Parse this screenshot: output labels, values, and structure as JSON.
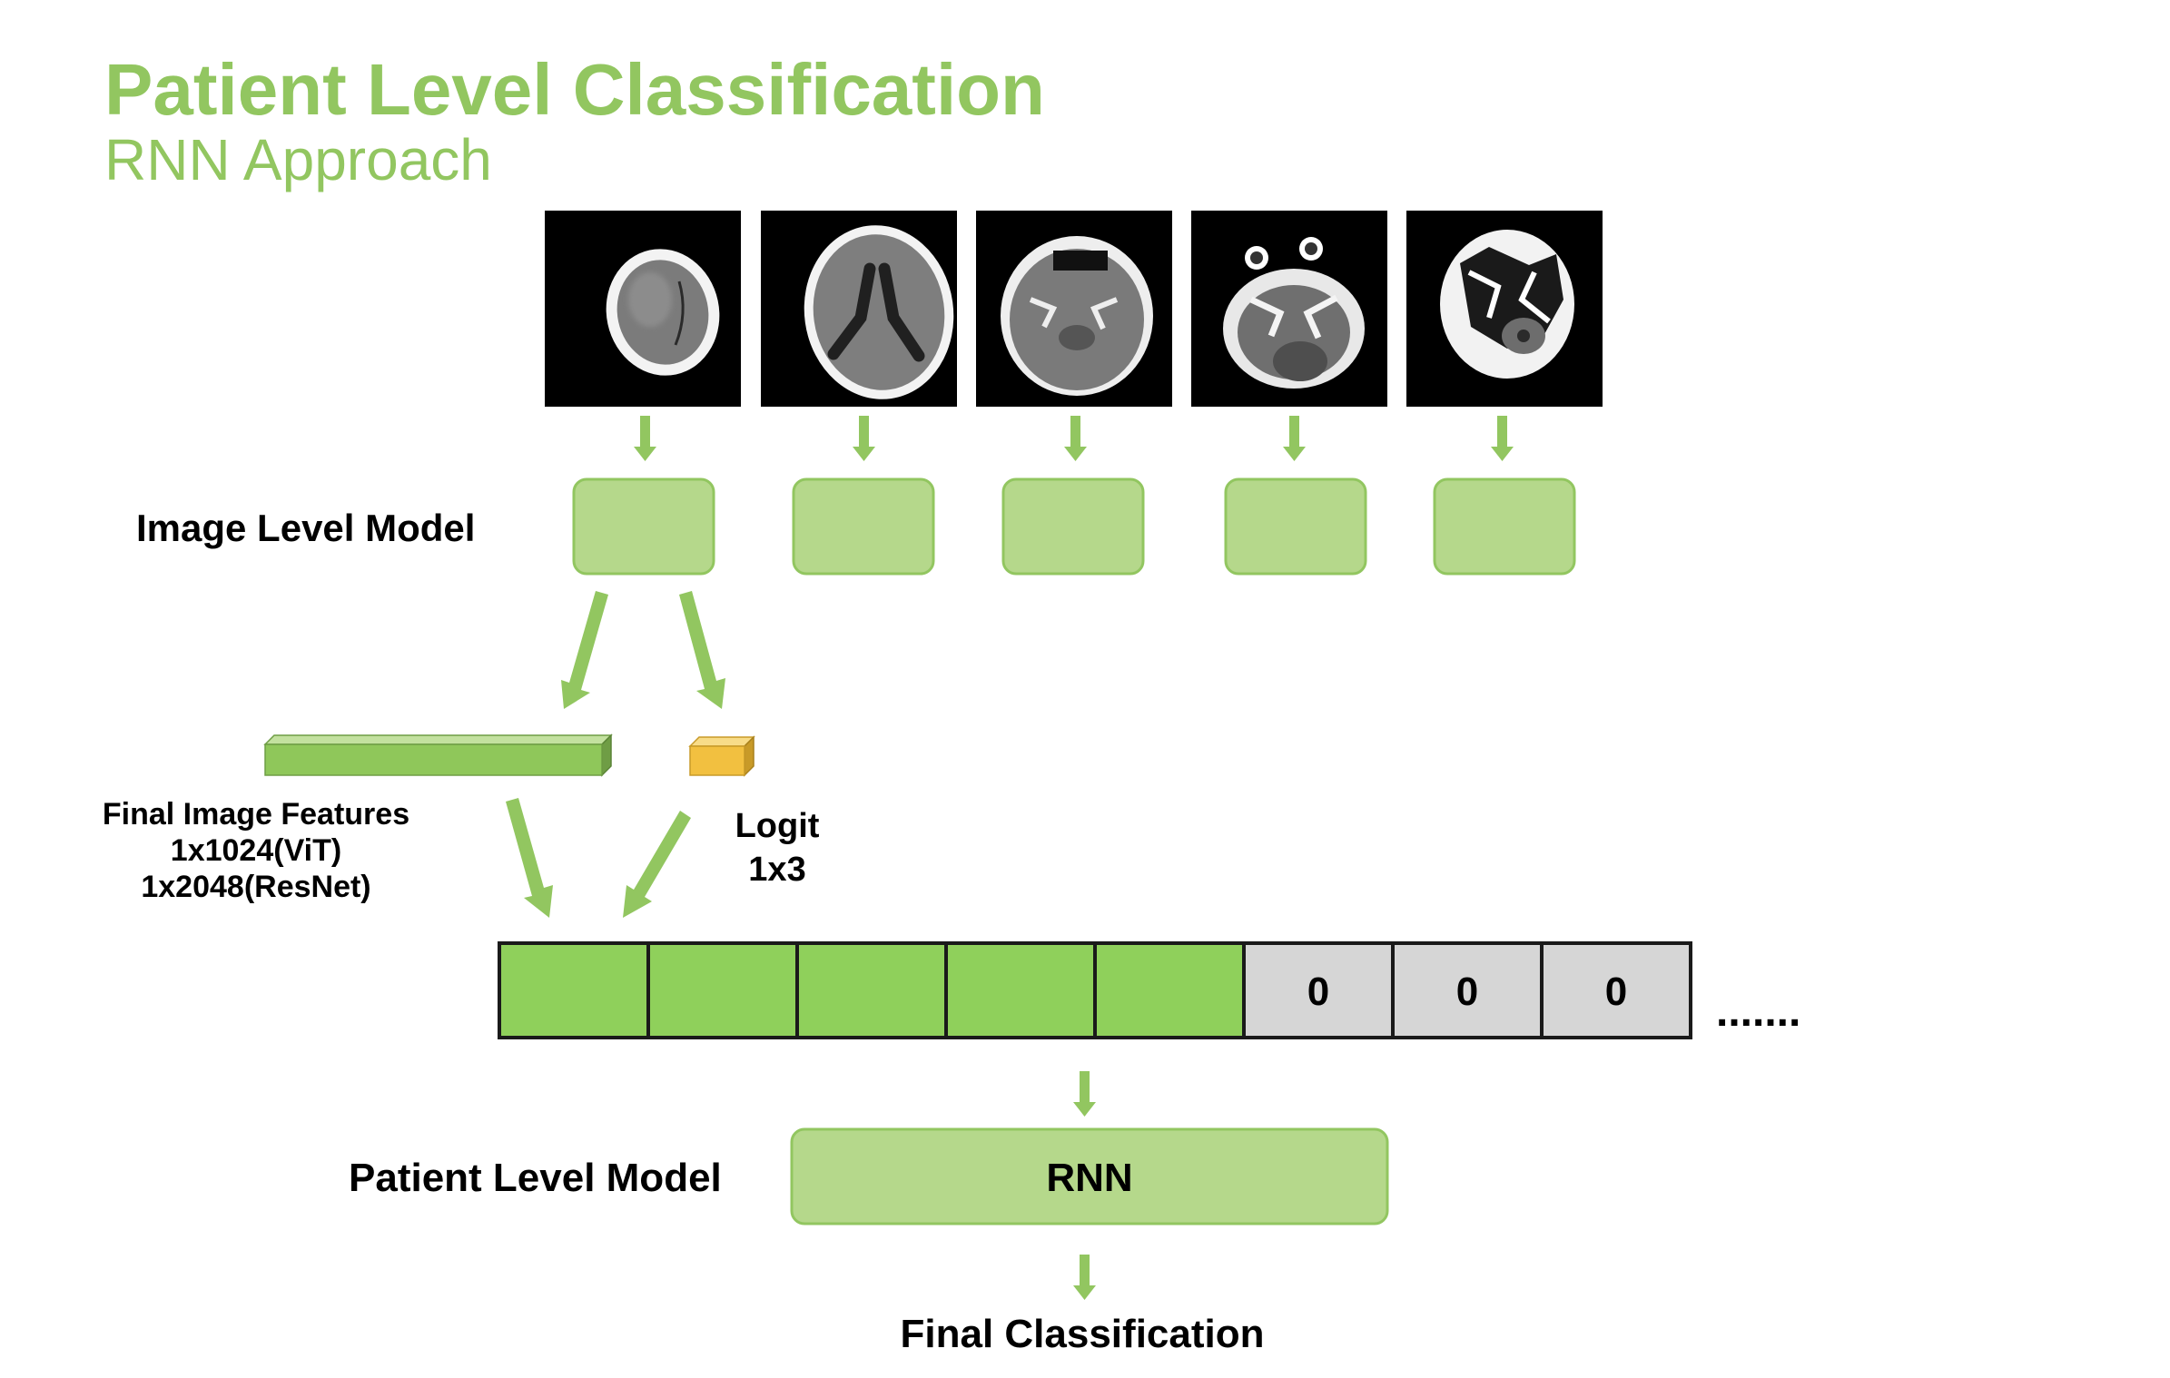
{
  "header": {
    "title": "Patient Level Classification",
    "subtitle": "RNN Approach"
  },
  "labels": {
    "image_level_model": "Image Level Model",
    "features_line1": "Final Image Features",
    "features_line2": "1x1024(ViT)",
    "features_line3": "1x2048(ResNet)",
    "logit_line1": "Logit",
    "logit_line2": "1x3",
    "patient_level_model": "Patient Level Model",
    "rnn": "RNN",
    "final_classification": "Final Classification",
    "ellipsis": "......."
  },
  "sequence": {
    "filled_count": 5,
    "padding_values": [
      "0",
      "0",
      "0"
    ]
  },
  "colors": {
    "title_green": "#92c660",
    "arrow_green": "#92c660",
    "box_fill": "#b5d88b",
    "box_stroke": "#92c660",
    "bar_fill": "#8fc75a",
    "bar_top": "#c3e19f",
    "bar_side": "#6f9d45",
    "logit_fill": "#f2c040",
    "logit_top": "#f8dc88",
    "logit_side": "#c89a28",
    "cell_green": "#8fd05b",
    "cell_gray": "#d6d6d6"
  }
}
